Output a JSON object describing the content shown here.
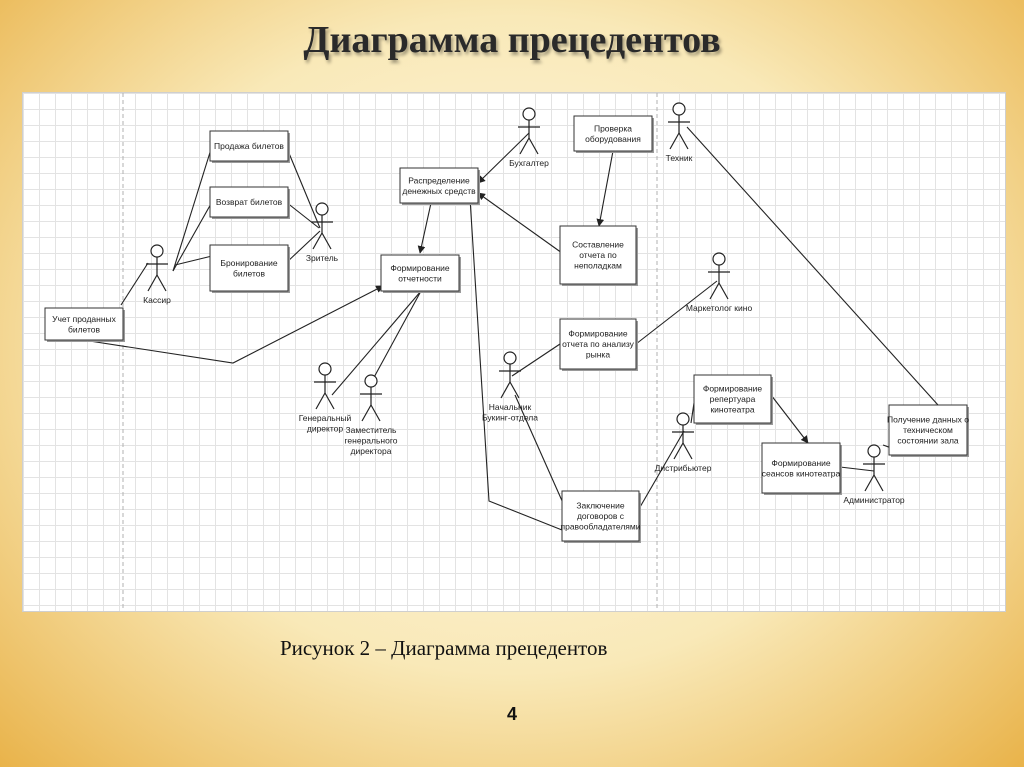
{
  "title": "Диаграмма прецедентов",
  "caption": "Рисунок 2 – Диаграмма прецедентов",
  "page_number": "4",
  "diagram": {
    "use_cases": [
      {
        "id": "sale",
        "lines": [
          "Продажа билетов"
        ]
      },
      {
        "id": "return",
        "lines": [
          "Возврат билетов"
        ]
      },
      {
        "id": "booking",
        "lines": [
          "Бронирование",
          "билетов"
        ]
      },
      {
        "id": "accounting",
        "lines": [
          "Учет проданных",
          "билетов"
        ]
      },
      {
        "id": "distribution",
        "lines": [
          "Распределение",
          "денежных средств"
        ]
      },
      {
        "id": "reporting",
        "lines": [
          "Формирование",
          "отчетности"
        ]
      },
      {
        "id": "check",
        "lines": [
          "Проверка",
          "оборудования"
        ]
      },
      {
        "id": "faults",
        "lines": [
          "Составление",
          "отчета по",
          "неполадкам"
        ]
      },
      {
        "id": "market",
        "lines": [
          "Формирование",
          "отчета по анализу",
          "рынка"
        ]
      },
      {
        "id": "repertoire",
        "lines": [
          "Формирование",
          "репертуара",
          "кинотеатра"
        ]
      },
      {
        "id": "sessions",
        "lines": [
          "Формирование",
          "сеансов кинотеатра"
        ]
      },
      {
        "id": "tech_data",
        "lines": [
          "Получение данных о",
          "техническом",
          "состоянии зала"
        ]
      },
      {
        "id": "contracts",
        "lines": [
          "Заключение",
          "договоров с",
          "правообладателями"
        ]
      }
    ],
    "actors": [
      {
        "id": "cashier",
        "lines": [
          "Кассир"
        ]
      },
      {
        "id": "viewer",
        "lines": [
          "Зритель"
        ]
      },
      {
        "id": "accountant",
        "lines": [
          "Бухгалтер"
        ]
      },
      {
        "id": "technician",
        "lines": [
          "Техник"
        ]
      },
      {
        "id": "marketer",
        "lines": [
          "Маркетолог кино"
        ]
      },
      {
        "id": "booking_head",
        "lines": [
          "Начальник",
          "Букинг-отдела"
        ]
      },
      {
        "id": "gen_director",
        "lines": [
          "Генеральный",
          "директор"
        ]
      },
      {
        "id": "deputy",
        "lines": [
          "Заместитель",
          "генерального",
          "директора"
        ]
      },
      {
        "id": "distributor",
        "lines": [
          "Дистрибьютер"
        ]
      },
      {
        "id": "admin",
        "lines": [
          "Администратор"
        ]
      }
    ]
  }
}
